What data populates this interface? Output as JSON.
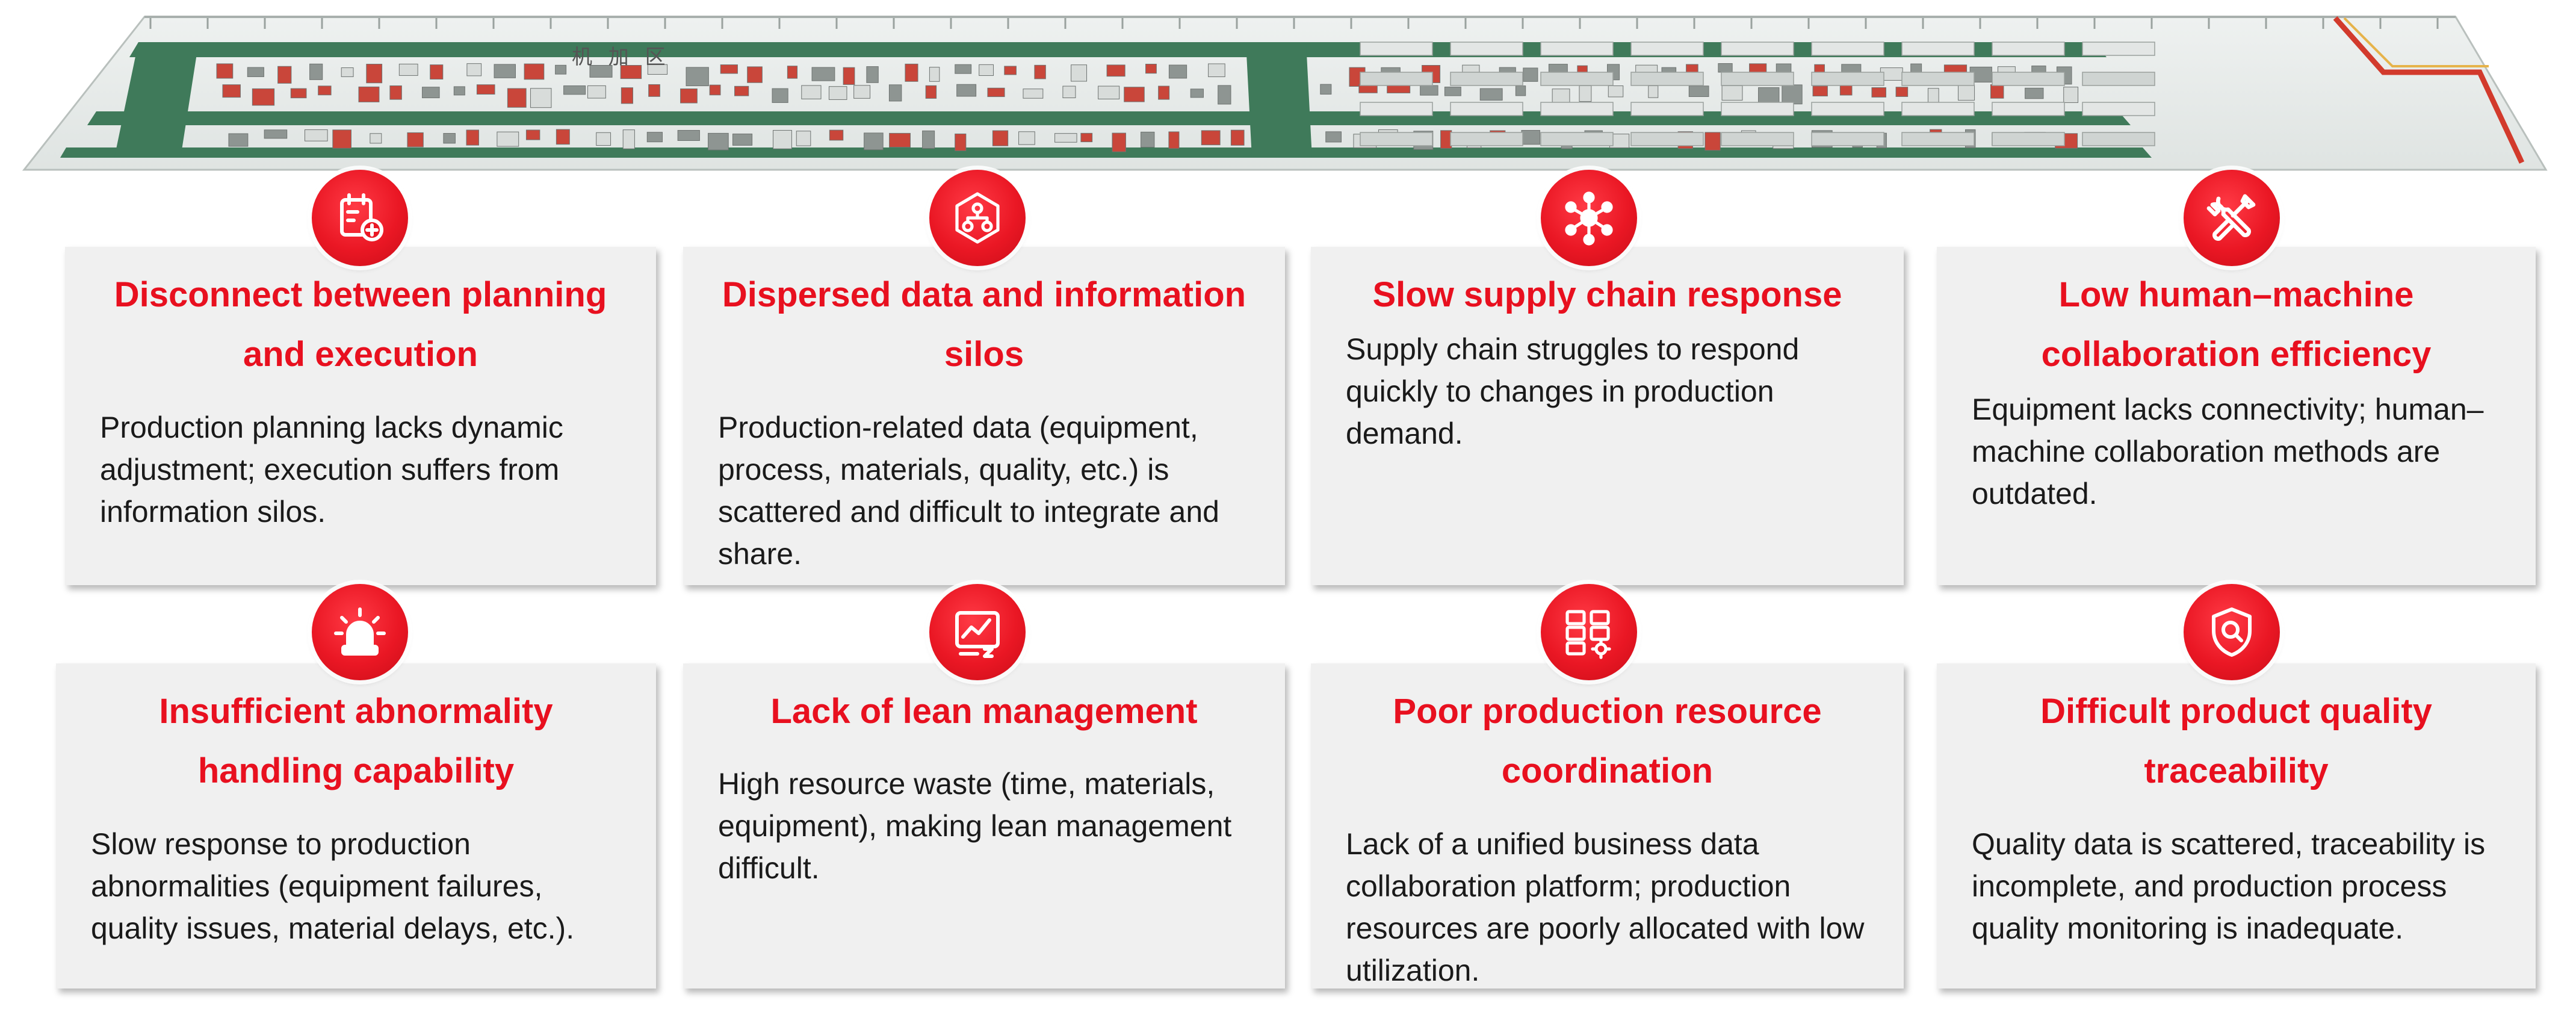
{
  "banner": {
    "zone_label": "机 加 区"
  },
  "cards": [
    {
      "icon": "calendar-plus-icon",
      "title": "Disconnect between planning\nand execution",
      "body": "Production planning lacks dynamic adjustment; execution suffers from information silos."
    },
    {
      "icon": "network-hexagon-icon",
      "title": "Dispersed data and information\nsilos",
      "body": "Production-related data (equipment, process, materials, quality, etc.) is scattered and difficult to integrate and share."
    },
    {
      "icon": "hub-nodes-icon",
      "title": "Slow supply chain response",
      "body": "Supply chain struggles to respond quickly to changes in production demand."
    },
    {
      "icon": "wrench-screwdriver-icon",
      "title": "Low human–machine\ncollaboration efficiency",
      "body": "Equipment lacks connectivity; human–machine collaboration methods are outdated."
    },
    {
      "icon": "alarm-light-icon",
      "title": "Insufficient abnormality\nhandling capability",
      "body": "Slow response to production abnormalities (equipment failures, quality issues, material delays, etc.)."
    },
    {
      "icon": "trend-chart-icon",
      "title": "Lack of lean management",
      "body": "High resource waste (time, materials, equipment), making lean management difficult."
    },
    {
      "icon": "servers-gear-icon",
      "title": "Poor production resource\ncoordination",
      "body": "Lack of a unified business data collaboration platform; production resources are poorly allocated with low utilization."
    },
    {
      "icon": "shield-search-icon",
      "title": "Difficult product quality\ntraceability",
      "body": "Quality data is scattered, traceability is incomplete, and production process quality monitoring is inadequate."
    }
  ],
  "colors": {
    "accent_red": "#e8101f",
    "card_bg": "#f0f0f0",
    "floor_green": "#3f7a5a",
    "body_text": "#1a1a1a"
  }
}
